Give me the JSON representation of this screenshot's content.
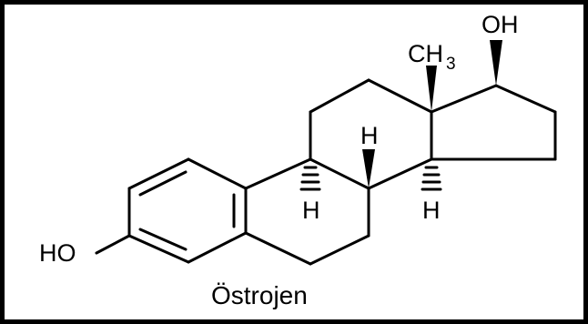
{
  "molecule": {
    "name": "Östrojen",
    "labels": {
      "ho": "HO",
      "oh": "OH",
      "ch3_main": "CH",
      "ch3_sub": "3",
      "h9": "H",
      "h8": "H",
      "h14": "H"
    }
  },
  "colors": {
    "frame": "#000000",
    "background": "#ffffff",
    "ink": "#000000"
  }
}
